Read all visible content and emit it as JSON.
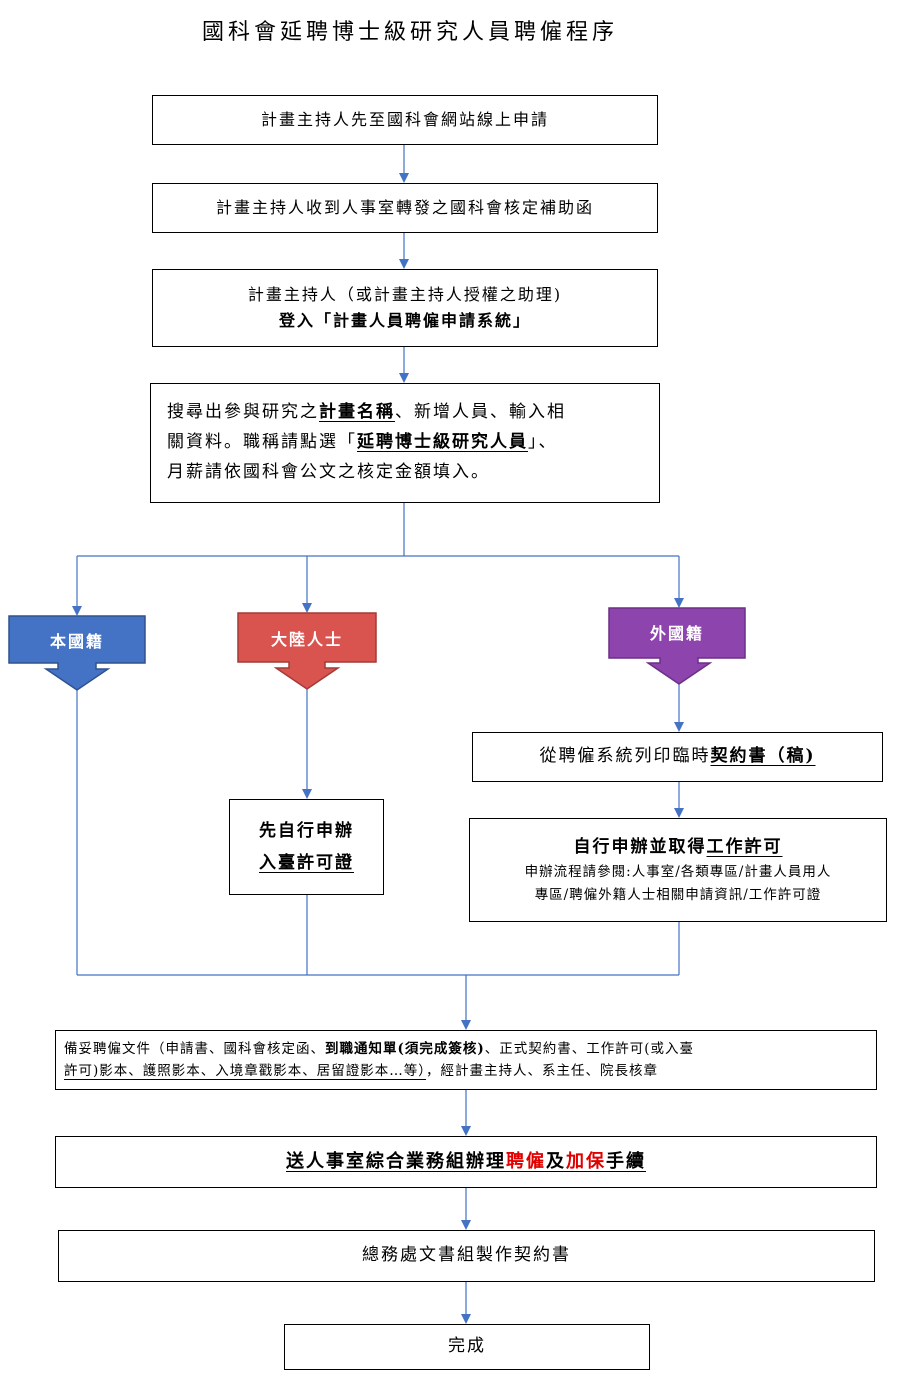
{
  "title": "國科會延聘博士級研究人員聘僱程序",
  "steps": {
    "s1": "計畫主持人先至國科會網站線上申請",
    "s2": "計畫主持人收到人事室轉發之國科會核定補助函",
    "s3_line1": "計畫主持人（或計畫主持人授權之助理)",
    "s3_line2": "登入「計畫人員聘僱申請系統」",
    "s4_a": "搜尋出參與研究之",
    "s4_b": "計畫名稱",
    "s4_c": "、新增人員、輸入相",
    "s4_d": "關資料。職稱請點選「",
    "s4_e": "延聘博士級研究人員",
    "s4_f": "」、",
    "s4_g": "月薪請依國科會公文之核定金額填入。"
  },
  "branches": {
    "local": "本國籍",
    "mainland": "大陸人士",
    "foreign": "外國籍"
  },
  "mainland_step": {
    "line1": "先自行申辦",
    "line2": "入臺許可證"
  },
  "foreign_steps": {
    "contract_a": "從聘僱系統列印臨時",
    "contract_b": "契約書（稿)",
    "permit_title_a": "自行申辦並取得",
    "permit_title_b": "工作許可",
    "permit_note1": "申辦流程請參閱:人事室/各類專區/計畫人員用人",
    "permit_note2": "專區/聘僱外籍人士相關申請資訊/工作許可證"
  },
  "documents": {
    "a": "備妥聘僱文件（申請書、國科會核定函、",
    "b": "到職通知單(須完成簽核)",
    "c": "、正式契約書、工作許可(或入臺",
    "d": "許可)影本、護照影本、入境章戳影本、居留證影本…等）",
    "e": "，經計畫主持人、系主任、院長核章"
  },
  "submit": {
    "a": "送人事室綜合業務組辦理",
    "b": "聘僱",
    "c": "及",
    "d": "加保",
    "e": "手續"
  },
  "contract_final": "總務處文書組製作契約書",
  "done": "完成",
  "colors": {
    "arrow": "#4472c4",
    "local": "#4472c4",
    "mainland": "#d9534f",
    "foreign": "#8e44ad",
    "highlight": "#e00000"
  }
}
